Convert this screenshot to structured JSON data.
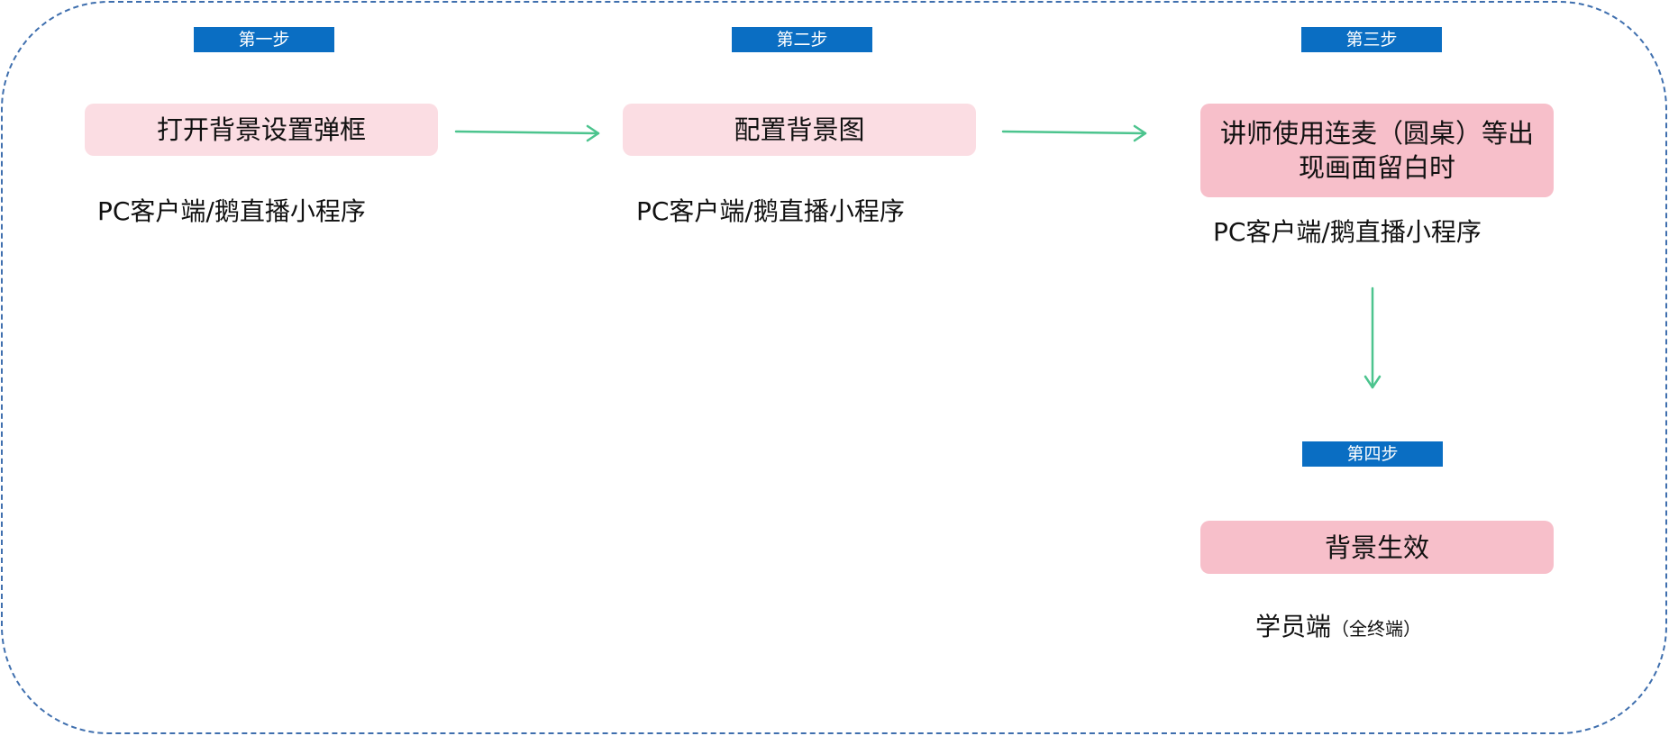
{
  "steps": [
    {
      "tag": "第一步",
      "box": "打开背景设置弹框",
      "caption": "PC客户端/鹅直播小程序"
    },
    {
      "tag": "第二步",
      "box": "配置背景图",
      "caption": "PC客户端/鹅直播小程序"
    },
    {
      "tag": "第三步",
      "box": "讲师使用连麦（圆桌）等出现画面留白时",
      "caption": "PC客户端/鹅直播小程序"
    },
    {
      "tag": "第四步",
      "box": "背景生效",
      "caption": "学员端",
      "caption_note": "（全终端）"
    }
  ],
  "colors": {
    "tag_bg": "#0a6ec3",
    "box_light": "#fbdde3",
    "box_dark": "#f7bfca",
    "arrow": "#4cc48e",
    "frame": "#3f6fae"
  }
}
